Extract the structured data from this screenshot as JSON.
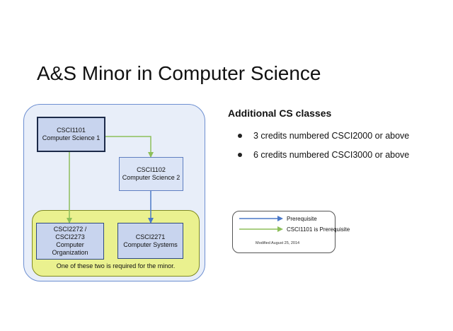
{
  "slide": {
    "title": "A&S Minor in Computer Science"
  },
  "diagram": {
    "nodes": {
      "csci1101": {
        "line1": "CSCI1101",
        "line2": "Computer Science 1"
      },
      "csci1102": {
        "line1": "CSCI1102",
        "line2": "Computer Science 2"
      },
      "csci2272": {
        "line1": "CSCI2272 /",
        "line2": "CSCI2273",
        "line3": "Computer",
        "line4": "Organization"
      },
      "csci2271": {
        "line1": "CSCI2271",
        "line2": "Computer Systems"
      }
    },
    "choice_note": "One of these two is required for the minor.",
    "edges": [
      {
        "from": "csci1101",
        "to": "csci1102",
        "type": "green"
      },
      {
        "from": "csci1101",
        "to": "csci2272",
        "type": "green"
      },
      {
        "from": "csci1102",
        "to": "csci2271",
        "type": "blue"
      }
    ],
    "colors": {
      "outer_fill": "#e8eef9",
      "outer_border": "#6d8fd1",
      "group_fill": "#eaf18f",
      "node_fill": "#c8d4ee",
      "prereq_blue": "#4a78c8",
      "prereq_green": "#8dbf5a"
    }
  },
  "additional": {
    "title": "Additional CS classes",
    "items": [
      "3 credits  numbered CSCI2000 or above",
      "6 credits  numbered CSCI3000 or above"
    ]
  },
  "legend": {
    "blue_label": "Prerequisite",
    "green_label": "CSCI1101 is Prerequisite",
    "modified": "Modified August 25, 2014"
  }
}
